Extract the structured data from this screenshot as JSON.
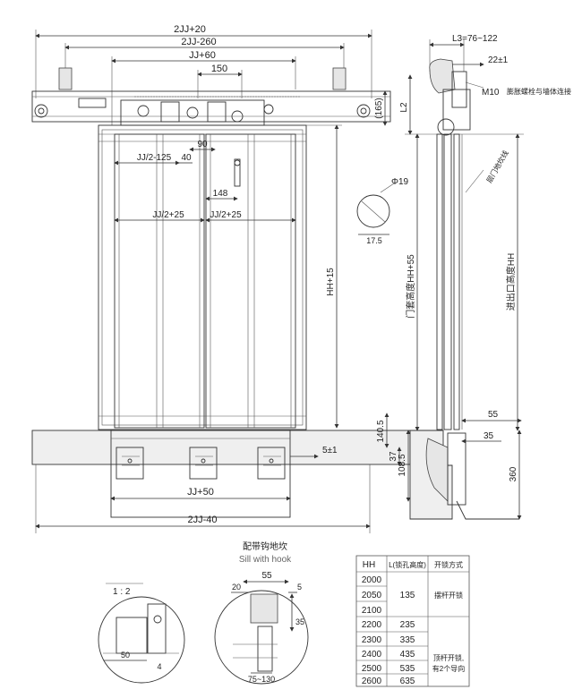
{
  "front_view": {
    "dim_top": "2JJ+20",
    "dim_second": "2JJ-260",
    "dim_third": "JJ+60",
    "dim_150": "150",
    "dim_165": "(165)",
    "dim_90": "90",
    "dim_jj2_125": "JJ/2-125",
    "dim_40": "40",
    "dim_148": "148",
    "dim_left_jj2_25": "JJ/2+25",
    "dim_right_jj2_25": "JJ/2+25",
    "dim_hh15": "HH+15",
    "dim_5pm1": "5±1",
    "dim_jj50": "JJ+50",
    "dim_bottom": "2JJ-40"
  },
  "side_view": {
    "dim_l3": "L3=76~122",
    "dim_22": "22±1",
    "dim_m10": "M10",
    "note_expansion_bolt": "膨胀螺栓与墙体连接",
    "dim_l2": "L2",
    "note_floor_door_line": "层门地坎线",
    "dim_phi19": "Φ19",
    "dim_17_5": "17.5",
    "dim_hh55": "门套高度HH+55",
    "dim_entrance_height": "进出口高度HH",
    "dim_140_5": "140.5",
    "dim_108_5": "108.5",
    "dim_37": "37",
    "dim_55": "55",
    "dim_35": "35",
    "dim_360": "360"
  },
  "sill_detail": {
    "title_cn": "配带钩地坎",
    "title_en": "Sill with hook",
    "scale": "1 : 2",
    "dim_55": "55",
    "dim_20": "20",
    "dim_5": "5",
    "dim_35": "35",
    "dim_75_130": "75~130",
    "dim_50": "50",
    "dim_4": "4"
  },
  "table": {
    "headers": [
      "HH",
      "L(锁孔高度)",
      "开锁方式"
    ],
    "rows": [
      {
        "hh": "2000"
      },
      {
        "hh": "2050"
      },
      {
        "hh": "2100"
      },
      {
        "hh": "2200"
      },
      {
        "hh": "2300"
      },
      {
        "hh": "2400"
      },
      {
        "hh": "2500"
      },
      {
        "hh": "2600"
      }
    ],
    "l_values": [
      "135",
      "235",
      "335",
      "435",
      "535",
      "635"
    ],
    "method_1": "摆杆开锁",
    "method_2_line1": "顶杆开锁,",
    "method_2_line2": "有2个导向"
  }
}
